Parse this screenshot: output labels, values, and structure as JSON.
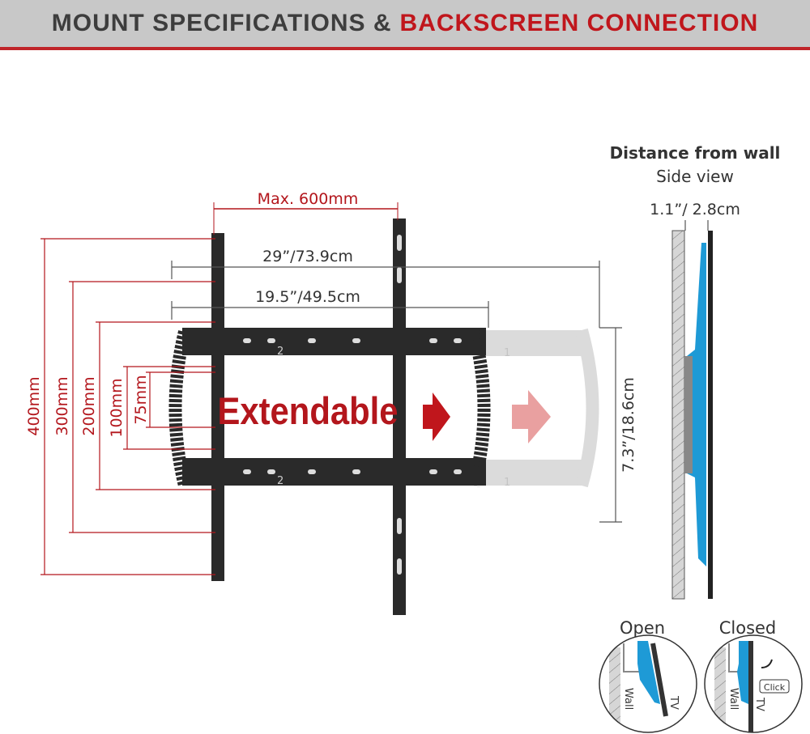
{
  "header": {
    "title_part1": "MOUNT SPECIFICATIONS &",
    "title_part2": "BACKSCREEN CONNECTION"
  },
  "mount": {
    "extendable_label": "Extendable",
    "max_width": "Max. 600mm",
    "width_outer": "29”/73.9cm",
    "width_inner": "19.5”/49.5cm",
    "height": "7.3”/18.6cm",
    "vesa_heights": [
      "400mm",
      "300mm",
      "200mm",
      "100mm",
      "75mm"
    ],
    "rail_marks": [
      "2",
      "2",
      "1",
      "1"
    ]
  },
  "side_view": {
    "title": "Distance from wall",
    "subtitle": "Side view",
    "distance": "1.1”/ 2.8cm"
  },
  "details": {
    "open_label": "Open",
    "closed_label": "Closed",
    "wall_label": "Wall",
    "tv_label": "TV",
    "click_label": "Click"
  },
  "colors": {
    "accent_red": "#c0161c",
    "blue": "#1e9ad6",
    "frame": "#2a2a2a"
  }
}
